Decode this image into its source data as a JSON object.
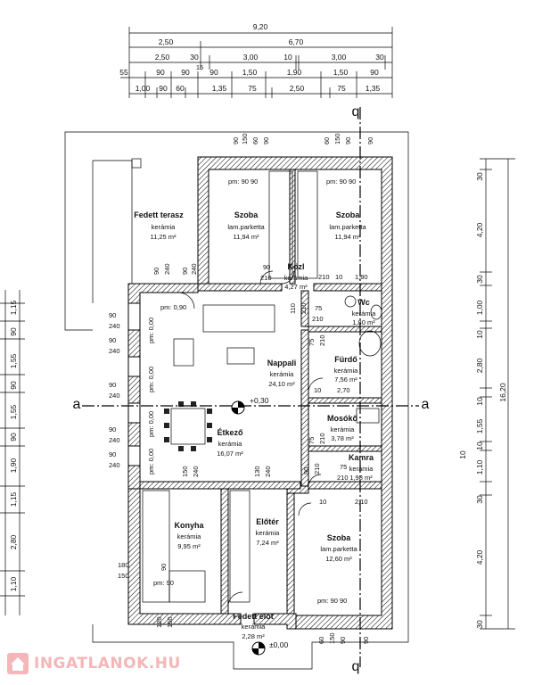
{
  "rooms": [
    {
      "id": "fedett-terasz",
      "name": "Fedett terasz",
      "material": "kerámia",
      "area": "11,25 m²"
    },
    {
      "id": "szoba-1",
      "name": "Szoba",
      "material": "lam.parketta",
      "area": "11,94 m²"
    },
    {
      "id": "kozl",
      "name": "Közl",
      "material": "kerámia",
      "area": "4,27 m²"
    },
    {
      "id": "szoba-2",
      "name": "Szoba",
      "material": "lam.parketta",
      "area": "11,94 m²"
    },
    {
      "id": "wc",
      "name": "Wc",
      "material": "kerámia",
      "area": "1,80 m²"
    },
    {
      "id": "nappali",
      "name": "Nappali",
      "material": "kerámia",
      "area": "24,10 m²"
    },
    {
      "id": "furdo",
      "name": "Fürdő",
      "material": "kerámia",
      "area": "7,56 m²"
    },
    {
      "id": "etkezo",
      "name": "Étkező",
      "material": "kerámia",
      "area": "16,07 m²"
    },
    {
      "id": "mosoko",
      "name": "Mosókő",
      "material": "kerámia",
      "area": "3,78 m²"
    },
    {
      "id": "kamra",
      "name": "Kamra",
      "material": "kerámia",
      "area": "1,98 m²"
    },
    {
      "id": "konyha",
      "name": "Konyha",
      "material": "kerámia",
      "area": "9,95 m²"
    },
    {
      "id": "eloter",
      "name": "Előtér",
      "material": "kerámia",
      "area": "7,24 m²"
    },
    {
      "id": "szoba-3",
      "name": "Szoba",
      "material": "lam.parketta",
      "area": "12,60 m²"
    },
    {
      "id": "fedett-elot",
      "name": "Fedett előt",
      "material": "kerámia",
      "area": "2,28 m²"
    }
  ],
  "levels": {
    "main": "+0,30",
    "entry": "±0,00"
  },
  "section_marks": {
    "a": "a",
    "q": "q"
  },
  "top_dims": {
    "row1": [
      "9,20"
    ],
    "row2": [
      "2,50",
      "6,70"
    ],
    "row3": [
      "2,50",
      "30",
      "3,00",
      "10",
      "3,00",
      "30"
    ],
    "row3_small": [
      "15"
    ],
    "row4": [
      "55",
      "90",
      "90",
      "90",
      "1,50",
      "1,90",
      "1,50",
      "90"
    ],
    "row5": [
      "1,00",
      "90",
      "60",
      "1,35",
      "75",
      "2,50",
      "75",
      "1,35"
    ]
  },
  "right_dims": {
    "inner": [
      "30",
      "4,20",
      "30",
      "1,00",
      "10",
      "2,80",
      "10",
      "1,55",
      "10",
      "1,10",
      "30",
      "4,20",
      "30"
    ],
    "total": "16,20",
    "mid": "10"
  },
  "left_dims": [
    "1,15",
    "90",
    "1,55",
    "90",
    "1,55",
    "90",
    "1,90",
    "1,15",
    "2,80",
    "1,10"
  ],
  "labels": {
    "pm_090": "pm: 0,90",
    "pm_000": "pm: 0,00",
    "pm_90": "pm: 90",
    "pm_9090": "pm: 90 90",
    "d_90": "90",
    "d_210": "210",
    "d_240": "240",
    "d_60": "60",
    "d_75": "75",
    "d_10": "10",
    "d_150": "150",
    "d_130": "130",
    "d_120": "120",
    "d_180": "180",
    "d_110": "110",
    "d_180b": "1,80",
    "d_270": "2,70",
    "d_210b": "2,10"
  },
  "watermark": "INGATLANOK.HU"
}
